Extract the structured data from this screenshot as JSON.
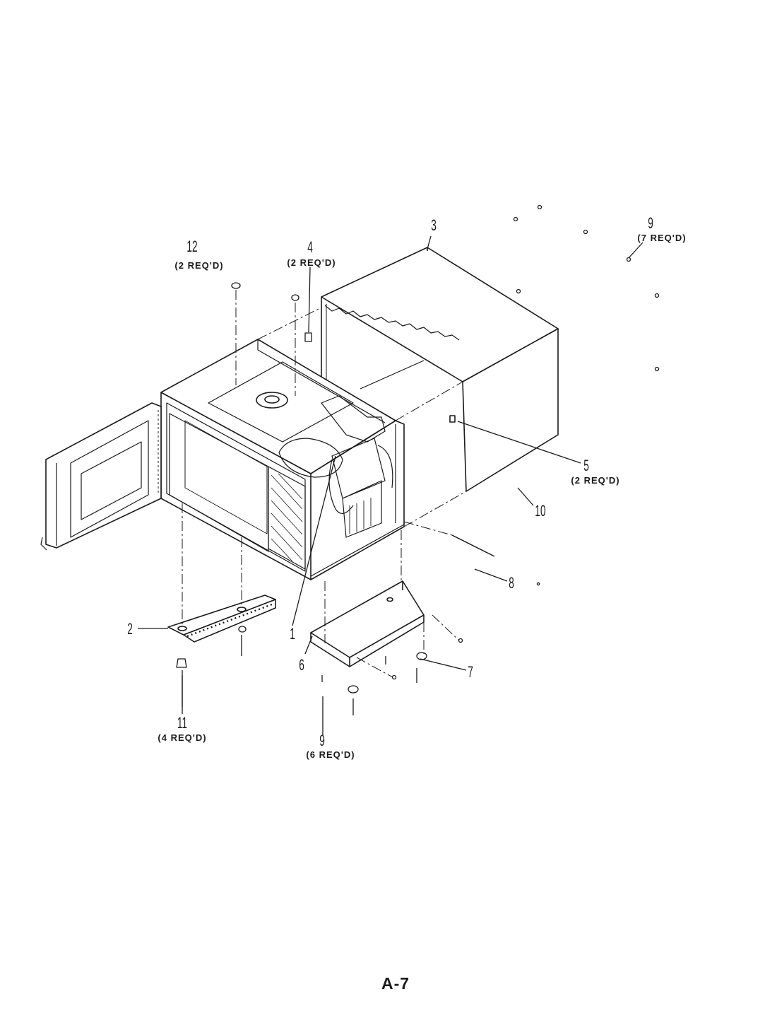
{
  "diagram": {
    "callouts": [
      {
        "id": "1",
        "number": "1",
        "qty": ""
      },
      {
        "id": "2",
        "number": "2",
        "qty": ""
      },
      {
        "id": "3",
        "number": "3",
        "qty": ""
      },
      {
        "id": "4",
        "number": "4",
        "qty": "(2 REQ'D)"
      },
      {
        "id": "5",
        "number": "5",
        "qty": "(2 REQ'D)"
      },
      {
        "id": "6",
        "number": "6",
        "qty": ""
      },
      {
        "id": "7",
        "number": "7",
        "qty": ""
      },
      {
        "id": "8",
        "number": "8",
        "qty": ""
      },
      {
        "id": "9a",
        "number": "9",
        "qty": "(7 REQ'D)"
      },
      {
        "id": "9b",
        "number": "9",
        "qty": "(6 REQ'D)"
      },
      {
        "id": "10",
        "number": "10",
        "qty": ""
      },
      {
        "id": "11",
        "number": "11",
        "qty": "(4 REQ'D)"
      },
      {
        "id": "12",
        "number": "12",
        "qty": "(2 REQ'D)"
      }
    ]
  },
  "page": {
    "label": "A-7"
  },
  "colors": {
    "ink": "#1a1a1a",
    "paper": "#ffffff"
  }
}
